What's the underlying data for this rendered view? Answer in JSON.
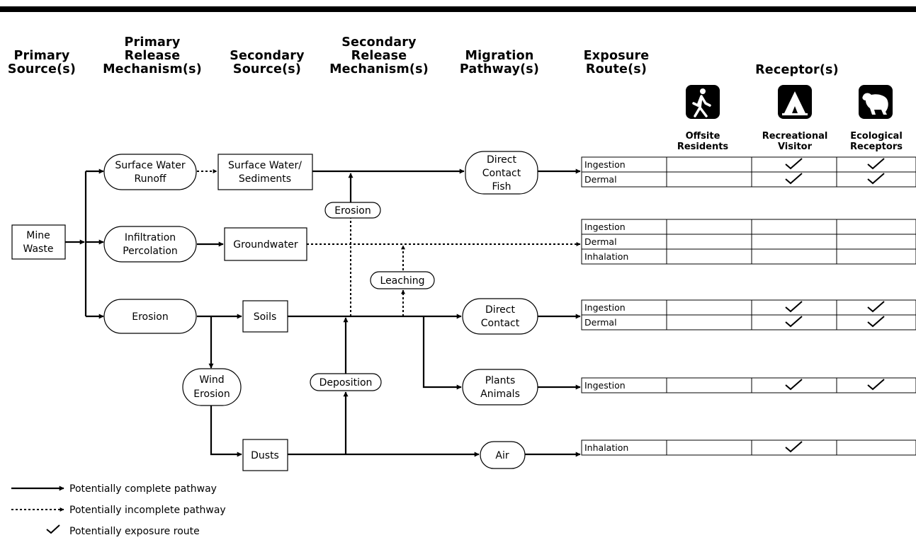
{
  "headers": {
    "primary_source": [
      "Primary",
      "Source(s)"
    ],
    "primary_release": [
      "Primary",
      "Release",
      "Mechanism(s)"
    ],
    "secondary_source": [
      "Secondary",
      "Source(s)"
    ],
    "secondary_release": [
      "Secondary",
      "Release",
      "Mechanism(s)"
    ],
    "migration": [
      "Migration",
      "Pathway(s)"
    ],
    "exposure": [
      "Exposure",
      "Route(s)"
    ],
    "receptor": [
      "Receptor(s)"
    ]
  },
  "receptors": [
    {
      "lines": [
        "Offsite",
        "Residents"
      ],
      "icon": "walking-person-icon"
    },
    {
      "lines": [
        "Recreational",
        "Visitor"
      ],
      "icon": "tent-icon"
    },
    {
      "lines": [
        "Ecological",
        "Receptors"
      ],
      "icon": "mountain-lion-icon"
    }
  ],
  "nodes": {
    "mine_waste": [
      "Mine",
      "Waste"
    ],
    "sw_runoff": [
      "Surface Water",
      "Runoff"
    ],
    "infiltration": [
      "Infiltration",
      "Percolation"
    ],
    "erosion_primary": [
      "Erosion"
    ],
    "sw_sediments": [
      "Surface Water/",
      "Sediments"
    ],
    "groundwater": [
      "Groundwater"
    ],
    "soils": [
      "Soils"
    ],
    "dusts": [
      "Dusts"
    ],
    "wind_erosion": [
      "Wind",
      "Erosion"
    ],
    "erosion_secondary": [
      "Erosion"
    ],
    "leaching": [
      "Leaching"
    ],
    "deposition": [
      "Deposition"
    ],
    "contact_fish": [
      "Direct",
      "Contact",
      "Fish"
    ],
    "direct_contact": [
      "Direct",
      "Contact"
    ],
    "plants_animals": [
      "Plants",
      "Animals"
    ],
    "air": [
      "Air"
    ]
  },
  "route_groups": [
    {
      "routes": [
        {
          "name": "Ingestion",
          "checks": [
            false,
            true,
            true
          ]
        },
        {
          "name": "Dermal",
          "checks": [
            false,
            true,
            true
          ]
        }
      ]
    },
    {
      "routes": [
        {
          "name": "Ingestion",
          "checks": [
            false,
            false,
            false
          ]
        },
        {
          "name": "Dermal",
          "checks": [
            false,
            false,
            false
          ]
        },
        {
          "name": "Inhalation",
          "checks": [
            false,
            false,
            false
          ]
        }
      ]
    },
    {
      "routes": [
        {
          "name": "Ingestion",
          "checks": [
            false,
            true,
            true
          ]
        },
        {
          "name": "Dermal",
          "checks": [
            false,
            true,
            true
          ]
        }
      ]
    },
    {
      "routes": [
        {
          "name": "Ingestion",
          "checks": [
            false,
            true,
            true
          ]
        }
      ]
    },
    {
      "routes": [
        {
          "name": "Inhalation",
          "checks": [
            false,
            true,
            false
          ]
        }
      ]
    }
  ],
  "legend": {
    "complete": "Potentially complete pathway",
    "incomplete": "Potentially incomplete pathway",
    "exposure": "Potentially exposure route"
  }
}
